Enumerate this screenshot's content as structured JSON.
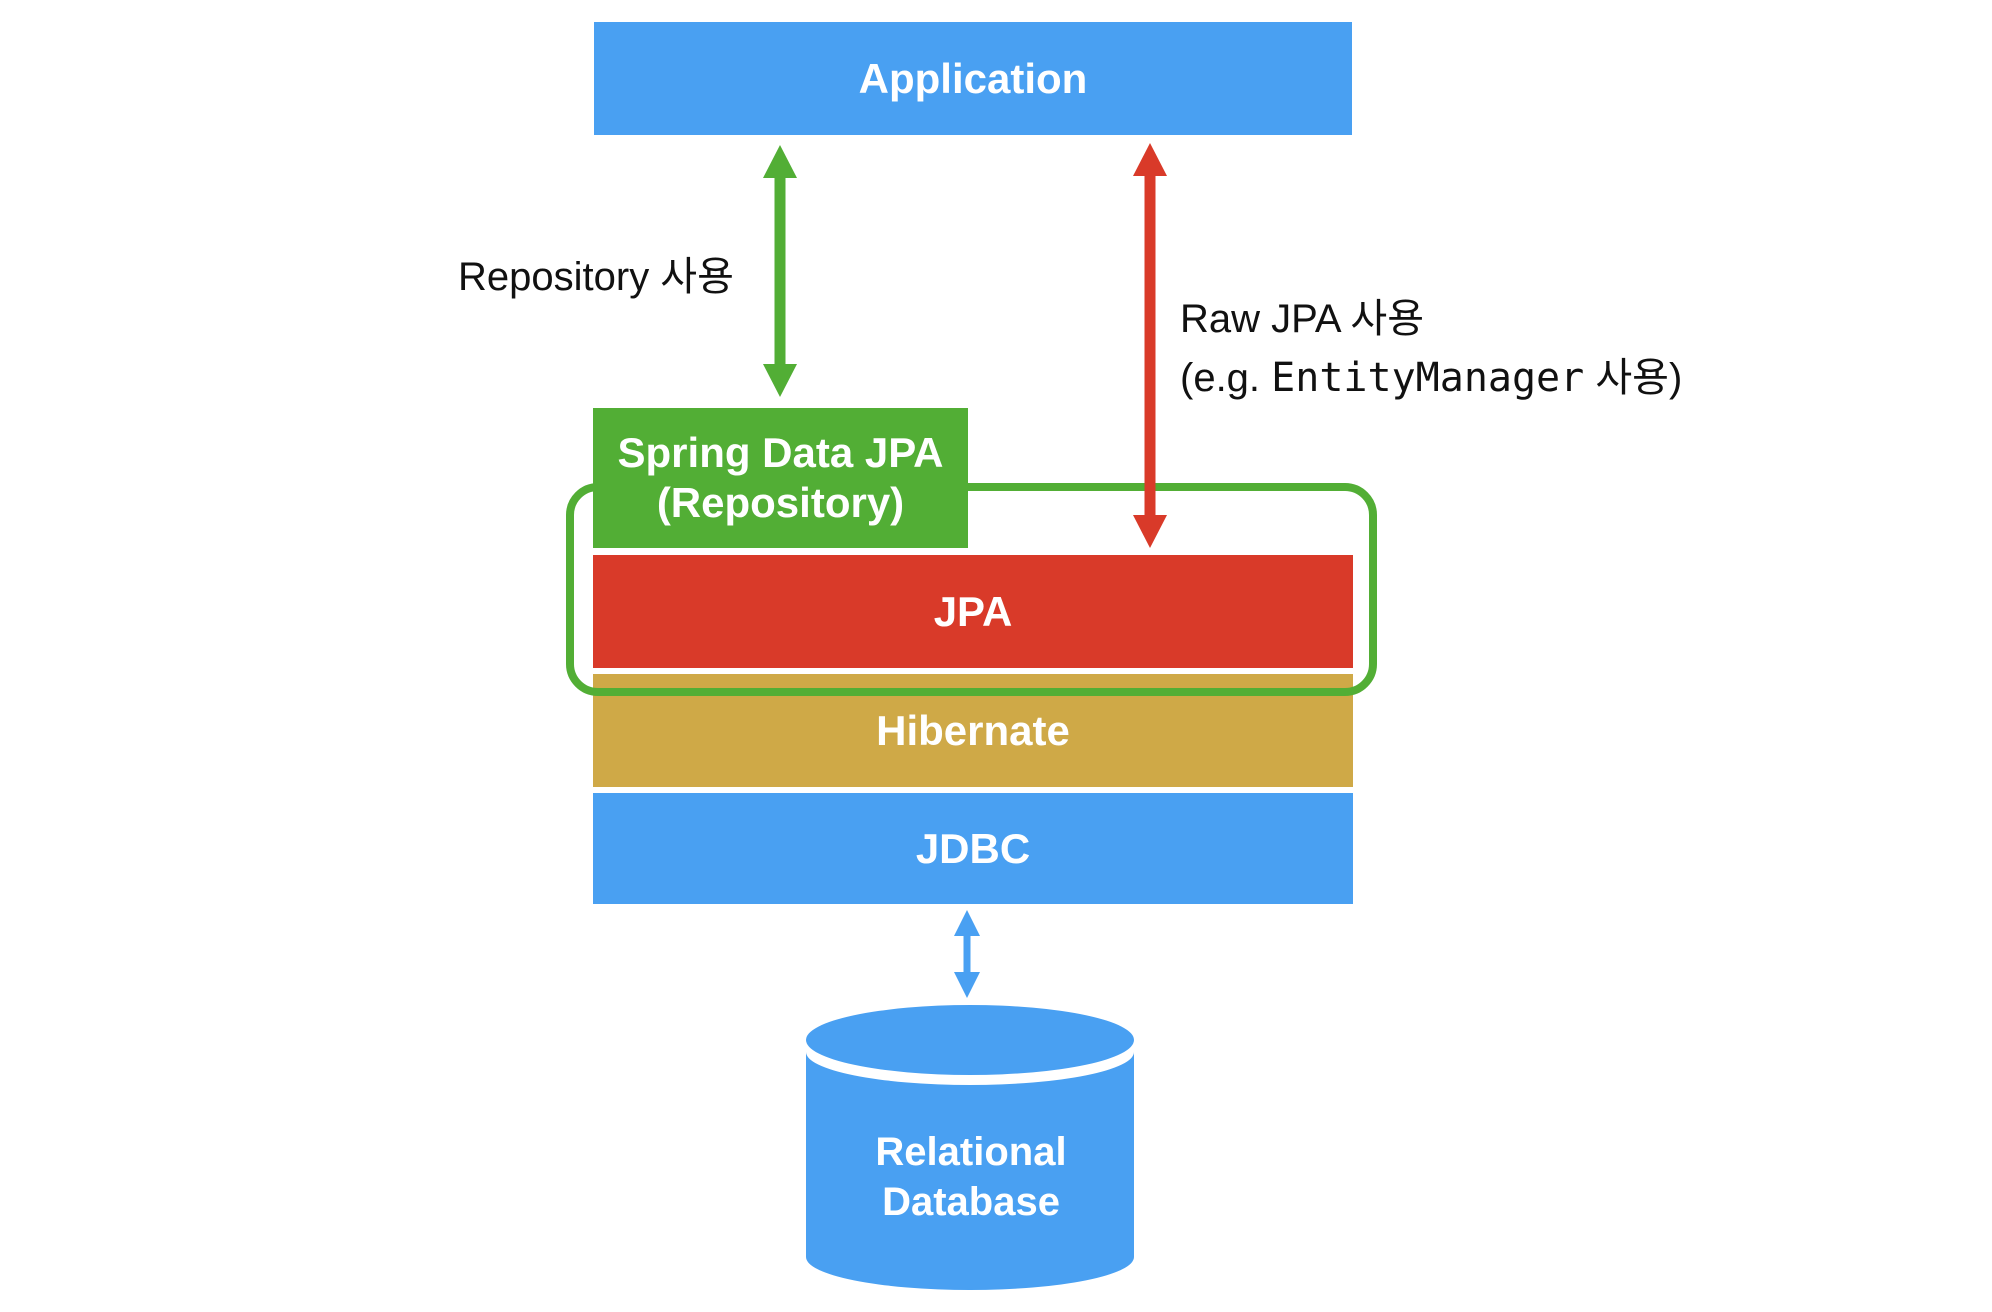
{
  "colors": {
    "blue": "#49A0F2",
    "green": "#52AE35",
    "red": "#D93A29",
    "gold": "#CFA947",
    "label_text": "#111111",
    "box_text": "#FFFFFF",
    "background": "#FFFFFF"
  },
  "nodes": {
    "application": {
      "label": "Application"
    },
    "spring_data_jpa": {
      "line1": "Spring Data JPA",
      "line2": "(Repository)"
    },
    "jpa": {
      "label": "JPA"
    },
    "hibernate": {
      "label": "Hibernate"
    },
    "jdbc": {
      "label": "JDBC"
    },
    "database": {
      "line1": "Relational",
      "line2": "Database"
    }
  },
  "edges": {
    "repository_usage": {
      "label": "Repository 사용"
    },
    "raw_jpa_usage": {
      "line1": "Raw JPA 사용",
      "line2_prefix": "(e.g. ",
      "line2_code": "EntityManager",
      "line2_suffix": " 사용)"
    }
  }
}
